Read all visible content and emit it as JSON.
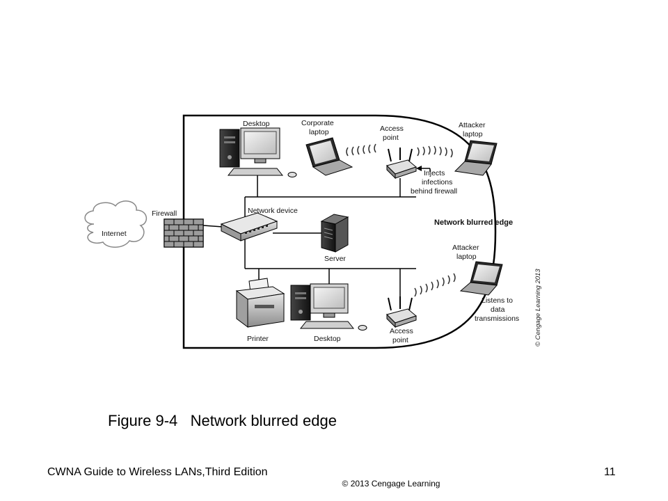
{
  "diagram": {
    "labels": {
      "desktop_top": "Desktop",
      "corporate_laptop_1": "Corporate",
      "corporate_laptop_2": "laptop",
      "access_point_top_1": "Access",
      "access_point_top_2": "point",
      "attacker_top_1": "Attacker",
      "attacker_top_2": "laptop",
      "injects_1": "Injects",
      "injects_2": "infections",
      "injects_3": "behind firewall",
      "firewall": "Firewall",
      "internet": "Internet",
      "network_device": "Network device",
      "network_blurred_edge": "Network blurred edge",
      "server": "Server",
      "attacker_bottom_1": "Attacker",
      "attacker_bottom_2": "laptop",
      "listens_1": "Listens to",
      "listens_2": "data",
      "listens_3": "transmissions",
      "printer": "Printer",
      "desktop_bottom": "Desktop",
      "access_point_bottom_1": "Access",
      "access_point_bottom_2": "point",
      "copyright_vertical": "© Cengage Learning 2013"
    }
  },
  "caption": "Figure 9-4   Network blurred edge",
  "footer": {
    "left": "CWNA Guide to Wireless LANs,Third Edition",
    "center": "© 2013  Cengage Learning",
    "slide_number": "11"
  }
}
